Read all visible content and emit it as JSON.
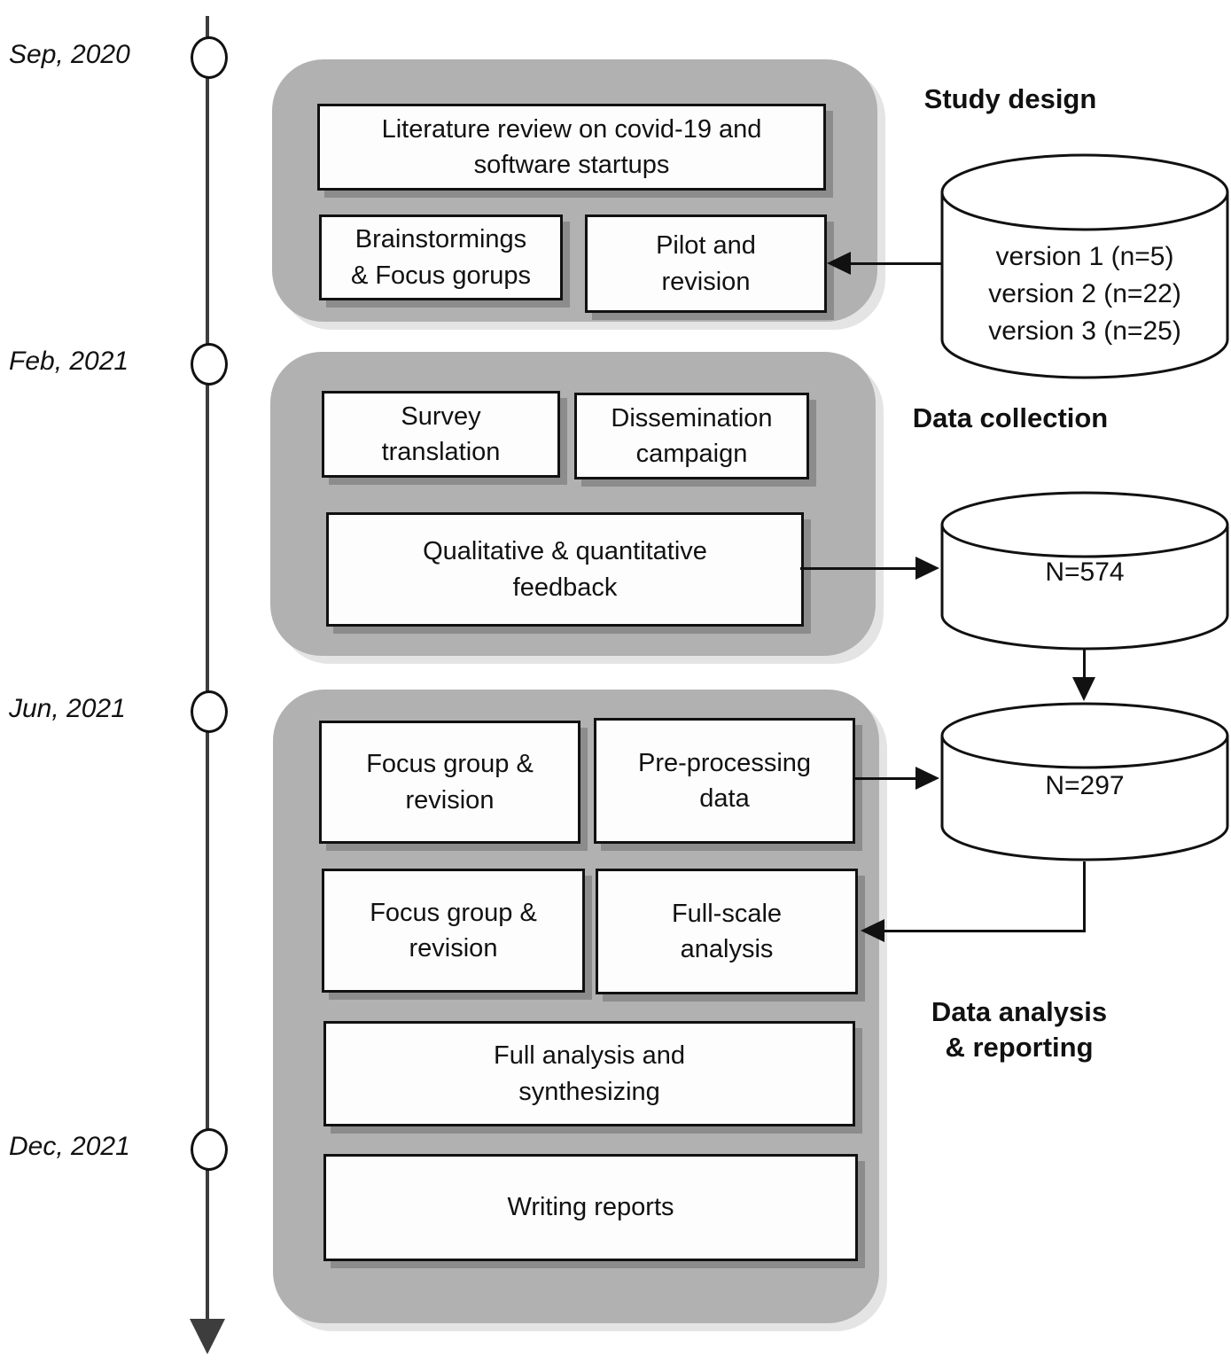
{
  "timeline": {
    "dates": [
      {
        "label": "Sep, 2020"
      },
      {
        "label": "Feb, 2021"
      },
      {
        "label": "Jun, 2021"
      },
      {
        "label": "Dec, 2021"
      }
    ]
  },
  "phases": [
    {
      "heading": "Study design",
      "boxes": [
        {
          "label": "Literature review on covid-19 and\nsoftware startups"
        },
        {
          "label": "Brainstormings\n& Focus gorups"
        },
        {
          "label": "Pilot and\nrevision"
        }
      ]
    },
    {
      "heading": "Data collection",
      "boxes": [
        {
          "label": "Survey\ntranslation"
        },
        {
          "label": "Dissemination\ncampaign"
        },
        {
          "label": "Qualitative & quantitative\nfeedback"
        }
      ]
    },
    {
      "heading": "Data analysis\n& reporting",
      "boxes": [
        {
          "label": "Focus group &\nrevision"
        },
        {
          "label": "Pre-processing\ndata"
        },
        {
          "label": "Focus group &\nrevision"
        },
        {
          "label": "Full-scale\nanalysis"
        },
        {
          "label": "Full analysis and\nsynthesizing"
        },
        {
          "label": "Writing reports"
        }
      ]
    }
  ],
  "databases": [
    {
      "label": "version 1 (n=5)\nversion 2 (n=22)\nversion 3 (n=25)"
    },
    {
      "label": "N=574"
    },
    {
      "label": "N=297"
    }
  ],
  "colors": {
    "panel_gray": "#b1b1b1",
    "box_shadow_gray": "#8c8c8c",
    "panel_shadow_gray": "#e4e4e4",
    "line_black": "#111111",
    "timeline_gray": "#3d3d3d",
    "background": "#ffffff"
  }
}
